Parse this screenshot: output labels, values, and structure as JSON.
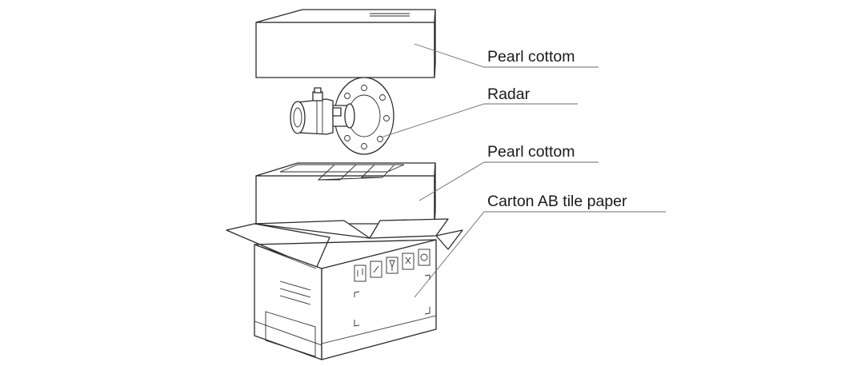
{
  "labels": {
    "pearl_cotton_top": "Pearl cottom",
    "radar": "Radar",
    "pearl_cotton_bottom": "Pearl cottom",
    "carton": "Carton AB tile paper"
  }
}
